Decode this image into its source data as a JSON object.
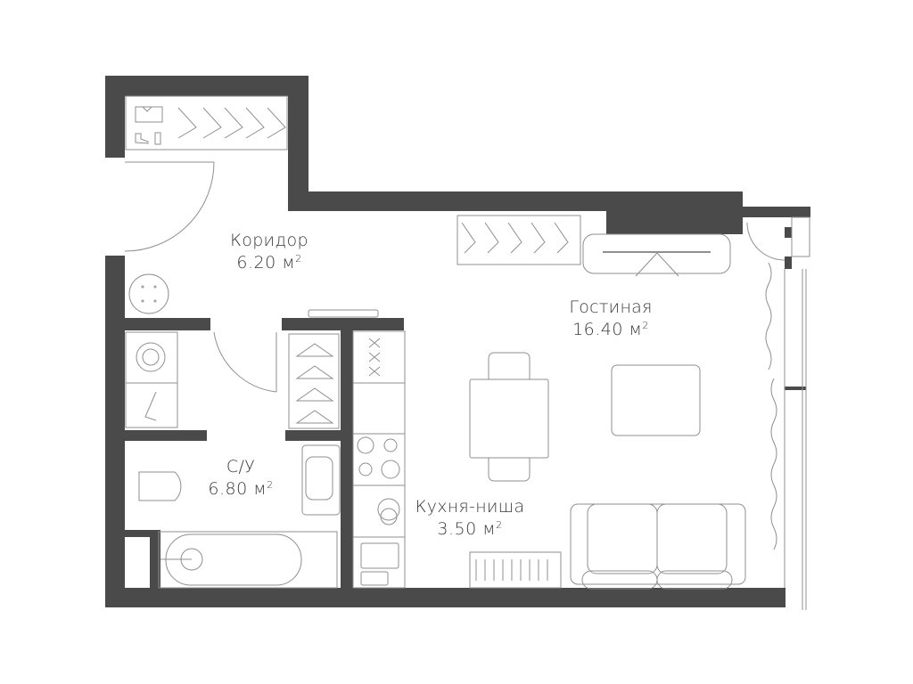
{
  "plan": {
    "wall_color": "#4a4a4a",
    "line_color": "#8f8f8f",
    "background": "#ffffff",
    "unit": "м",
    "unit_power": "2"
  },
  "rooms": [
    {
      "id": "corridor",
      "name": "Коридор",
      "area": "6.20"
    },
    {
      "id": "bathroom",
      "name": "С/У",
      "area": "6.80"
    },
    {
      "id": "kitchen",
      "name": "Кухня-ниша",
      "area": "3.50"
    },
    {
      "id": "living",
      "name": "Гостиная",
      "area": "16.40"
    }
  ],
  "furniture": [
    "wardrobe-top",
    "entry-door",
    "round-pouf",
    "washing-machine",
    "hanger-closet",
    "bathroom-door",
    "wardrobe-corridor",
    "toilet",
    "sink",
    "bathtub",
    "fridge",
    "stove",
    "kitchen-sink",
    "dining-table",
    "chairs",
    "wardrobe-living",
    "tv-console",
    "coffee-table",
    "sofa",
    "radiator",
    "balcony-door",
    "curtains",
    "window"
  ]
}
